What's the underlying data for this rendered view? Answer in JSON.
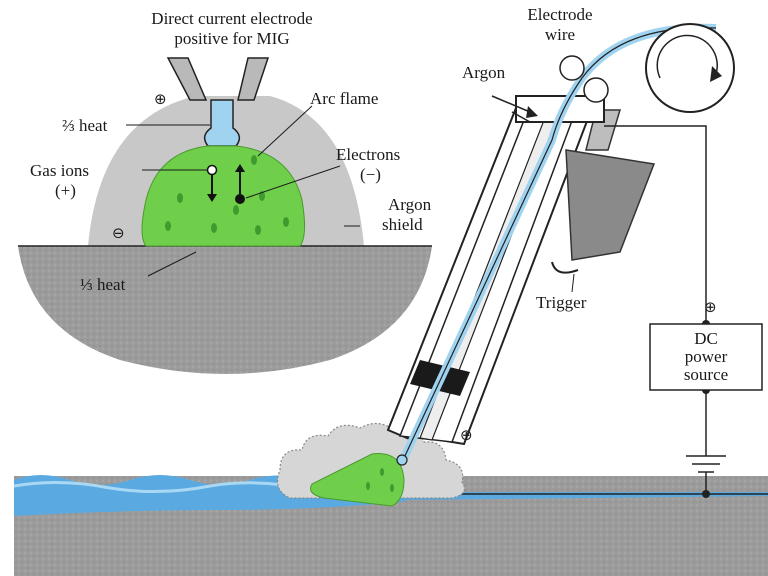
{
  "labels": {
    "electrode_title_line1": "Direct current electrode",
    "electrode_title_line2": "positive for MIG",
    "two_thirds_heat": "⅔ heat",
    "one_third_heat": "⅓ heat",
    "gas_ions_line1": "Gas ions",
    "gas_ions_line2": "(+)",
    "arc_flame": "Arc flame",
    "electrons_line1": "Electrons",
    "electrons_line2": "(−)",
    "argon_shield_line1": "Argon",
    "argon_shield_line2": "shield",
    "argon": "Argon",
    "electrode_wire_line1": "Electrode",
    "electrode_wire_line2": "wire",
    "trigger": "Trigger",
    "dc_power_line1": "DC",
    "dc_power_line2": "power",
    "dc_power_line3": "source"
  },
  "symbols": {
    "plus": "⊕",
    "minus": "⊖"
  },
  "colors": {
    "argon_shield": "#c9c9c9",
    "workpiece": "#9a9a9a",
    "arc_flame": "#6fcf4a",
    "electrode_wire": "#9fd3f0",
    "weld_pool": "#5aa9e0",
    "trigger_housing": "#8a8a8a"
  }
}
